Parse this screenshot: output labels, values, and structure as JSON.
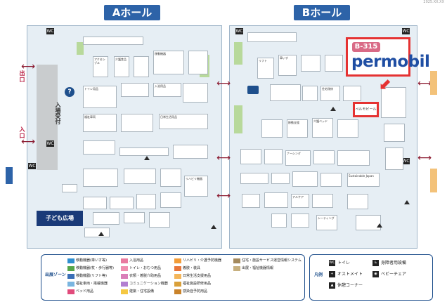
{
  "corner_text": "2025.XX.XX",
  "halls": {
    "a": {
      "label": "Aホール"
    },
    "b": {
      "label": "Bホール"
    }
  },
  "entrance_label": "入場受付",
  "gates": {
    "left_top": "出口",
    "left_bottom": "入口"
  },
  "kids_area": "子ども広場",
  "highlight": {
    "booth": "B-315",
    "brand": "permobil",
    "booth_label": "ペルモビール"
  },
  "booth_names_a": [
    "アクセシブル",
    "介護食品",
    "移動機器",
    "トイレ用品",
    "入浴用品",
    "福祉車両",
    "日常生活用品",
    "リハビリ機器"
  ],
  "booth_names_b": [
    "リフト",
    "車いす",
    "住宅改修",
    "移動支援",
    "介護ベッド",
    "ナーシング",
    "Sustainable Japan",
    "アルケア",
    "シーティング"
  ],
  "legend": {
    "zone_title": "出展ゾーン",
    "zones": [
      {
        "label": "移動機器(車いす等)",
        "color": "#2f8fd0"
      },
      {
        "label": "移動機器(杖・歩行器等)",
        "color": "#55a64a"
      },
      {
        "label": "移動機器(リフト等)",
        "color": "#3a6fb7"
      },
      {
        "label": "福祉車両・搭載機器",
        "color": "#7ab5e0"
      },
      {
        "label": "ベッド用品",
        "color": "#e14b7c"
      },
      {
        "label": "入浴用品",
        "color": "#e97aa0"
      },
      {
        "label": "トイレ・おむつ用品",
        "color": "#f08fb0"
      },
      {
        "label": "衣類・着脱介助用品",
        "color": "#d97eb8"
      },
      {
        "label": "コミュニケーション機器",
        "color": "#b27fd1"
      },
      {
        "label": "建築・住宅設備",
        "color": "#f5c842"
      },
      {
        "label": "リハビリ・介護予防機器",
        "color": "#f29c38"
      },
      {
        "label": "義肢・装具",
        "color": "#e8763a"
      },
      {
        "label": "日常生活支援用品",
        "color": "#f4b65a"
      },
      {
        "label": "福祉施設研修用品",
        "color": "#d9a03a"
      },
      {
        "label": "感染症予防用品",
        "color": "#c9822a"
      },
      {
        "label": "住宅・施設サービス運営情報システム",
        "color": "#a48a5e"
      },
      {
        "label": "出展・福祉機器情報",
        "color": "#c7b07f"
      }
    ],
    "icons_title": "凡例",
    "icons": [
      {
        "icon": "toilet-icon",
        "label": "トイレ",
        "glyph": "WC"
      },
      {
        "icon": "ostomy-icon",
        "label": "オストメイト",
        "glyph": "+"
      },
      {
        "icon": "rest-area-icon",
        "label": "休憩コーナー",
        "glyph": "▲"
      },
      {
        "icon": "accessible-toilet-icon",
        "label": "身障者用設備",
        "glyph": "♿"
      },
      {
        "icon": "baby-chair-icon",
        "label": "ベビーチェア",
        "glyph": "◉"
      }
    ]
  }
}
